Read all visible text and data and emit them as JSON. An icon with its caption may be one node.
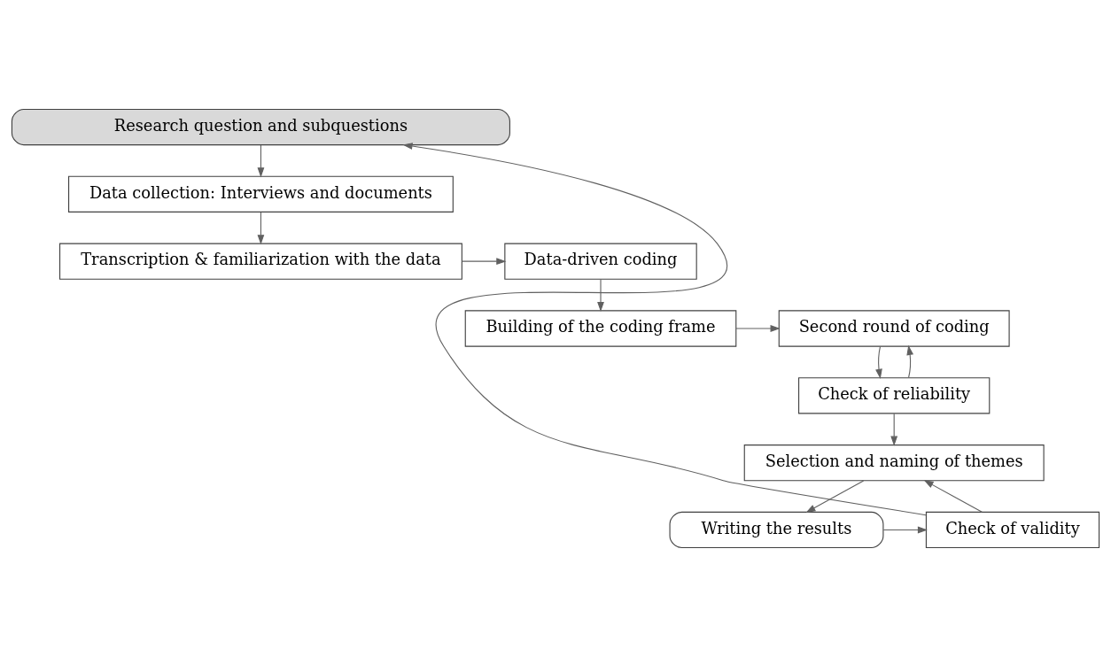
{
  "diagram": {
    "nodes": [
      {
        "text": [
          "Research question and subquestions"
        ]
      },
      {
        "text": [
          "Data collection: Interviews and documents"
        ]
      },
      {
        "text": [
          "Transcription & familiarization with the data"
        ]
      },
      {
        "text": [
          "Data-driven coding"
        ]
      },
      {
        "text": [
          "Building of the coding frame"
        ]
      },
      {
        "text": [
          "Second round of coding"
        ]
      },
      {
        "text": [
          "Check of reliability"
        ]
      },
      {
        "text": [
          "Selection and naming of themes"
        ]
      },
      {
        "text": [
          "Writing the results"
        ]
      },
      {
        "text": [
          "Check of validity"
        ]
      }
    ],
    "edges": [
      {
        "from": 0,
        "to": 1,
        "arrow": "to"
      },
      {
        "from": 1,
        "to": 2,
        "arrow": "to"
      },
      {
        "from": 2,
        "to": 3,
        "arrow": "to"
      },
      {
        "from": 3,
        "to": 4,
        "arrow": "to"
      },
      {
        "from": 4,
        "to": 5,
        "arrow": "to"
      },
      {
        "from": 5,
        "to": 6,
        "arrow": "to"
      },
      {
        "from": 6,
        "to": 5,
        "arrow": "to"
      },
      {
        "from": 6,
        "to": 7,
        "arrow": "to"
      },
      {
        "from": 7,
        "to": 8,
        "arrow": "to"
      },
      {
        "from": 8,
        "to": 9,
        "arrow": "to"
      },
      {
        "from": 9,
        "to": 7,
        "arrow": "to"
      },
      {
        "from": 9,
        "to": 0,
        "arrow": "to"
      }
    ]
  }
}
